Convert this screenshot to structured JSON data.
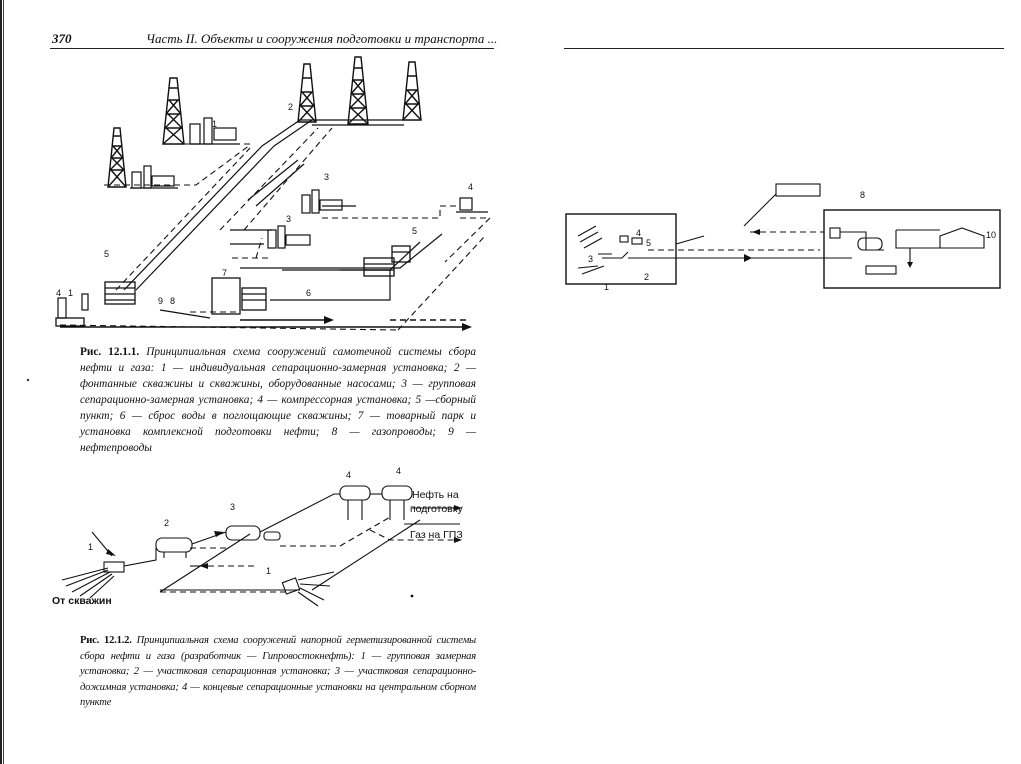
{
  "left_page": {
    "page_number": "370",
    "running_head": "Часть II. Объекты и сооружения подготовки и транспорта ...",
    "figure1": {
      "caption_title": "Рис. 12.1.1.",
      "caption_text": "Принципиальная схема сооружений самотечной системы сбора нефти и газа: 1 — индивидуальная сепарационно-замерная установка; 2 — фонтанные скважины и скважины, оборудованные насосами; 3 — групповая сепарационно-замерная установка; 4 — компрессорная установка; 5 —сборный пункт; 6 — сброс воды в поглощающие скважины; 7 — товарный парк и установка комплексной подготовки нефти; 8 — газопроводы; 9 — нефтепроводы",
      "labels": [
        "1",
        "2",
        "3",
        "3",
        "4",
        "4",
        "5",
        "5",
        "6",
        "7",
        "8",
        "9",
        "1"
      ]
    },
    "figure2": {
      "caption_title": "Рис. 12.1.2.",
      "caption_text": "Принципиальная схема сооружений напорной герметизированной системы сбора нефти и газа (разработчик — Гипровостокнефть): 1 — групповая замерная установка; 2 — участковая сепарационная установка; 3 — участковая сепарационно-дожимная установка; 4 — концевые сепарационные установки на центральном сборном пункте",
      "labels": [
        "1",
        "2",
        "3",
        "4",
        "4",
        "1"
      ],
      "text_oil": "Нефть на подготовку",
      "text_oil_line1": "Нефть на",
      "text_oil_line2": "подготовку",
      "text_gas": "Газ на ГПЗ",
      "text_wells": "От скважин"
    }
  },
  "right_page": {
    "figure_labels": [
      "1",
      "2",
      "3",
      "4",
      "5",
      "8",
      "10"
    ]
  }
}
